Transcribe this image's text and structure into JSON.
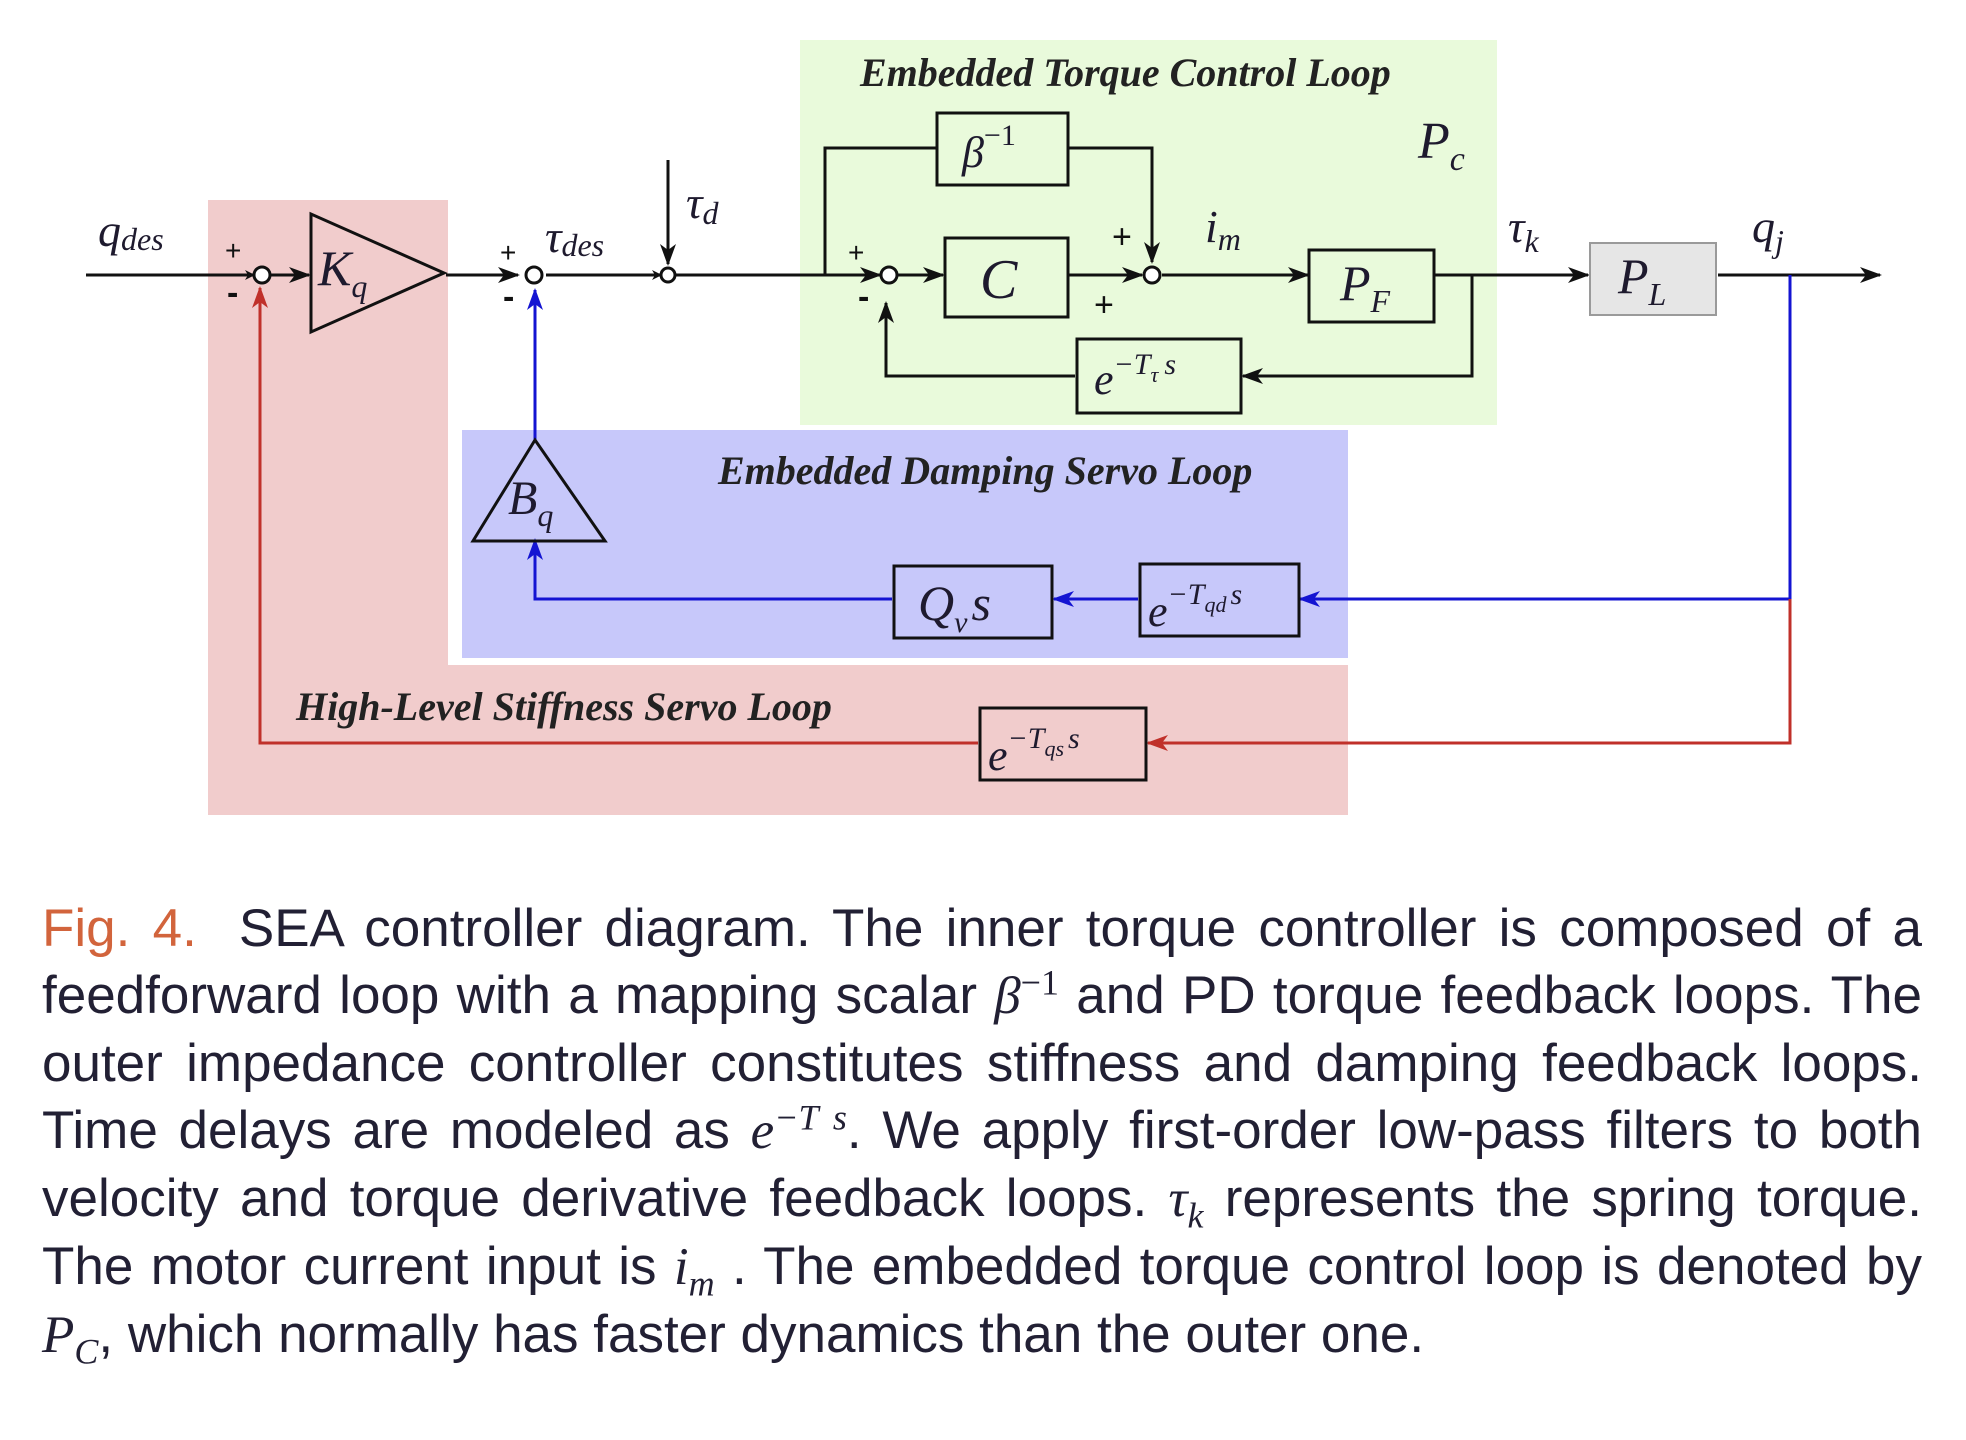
{
  "regions": {
    "torque_loop_title": "Embedded Torque Control Loop",
    "damping_loop_title": "Embedded Damping Servo Loop",
    "stiffness_loop_title": "High-Level Stiffness Servo Loop",
    "pc_label": {
      "base": "P",
      "sub": "c"
    }
  },
  "colors": {
    "torque_loop_bg": "#e9fadb",
    "damping_loop_bg": "#c7c8fa",
    "stiffness_loop_bg": "#f1cccc",
    "black_signal": "#111111",
    "blue_signal": "#1414d2",
    "red_signal": "#c0302a",
    "plant_block_bg": "#e6e6e6"
  },
  "signals": {
    "q_des": {
      "base": "q",
      "sub": "des"
    },
    "tau_des": {
      "base": "τ",
      "sub": "des"
    },
    "tau_d": {
      "base": "τ",
      "sub": "d"
    },
    "i_m": {
      "base": "i",
      "sub": "m"
    },
    "tau_k": {
      "base": "τ",
      "sub": "k"
    },
    "q_j": {
      "base": "q",
      "sub": "j"
    }
  },
  "blocks": {
    "kq": {
      "base": "K",
      "sub": "q"
    },
    "beta_inv": {
      "base": "β",
      "sup": "−1"
    },
    "c": {
      "base": "C"
    },
    "pf": {
      "base": "P",
      "sub": "F"
    },
    "delay_tau": {
      "base": "e",
      "sup": "−T",
      "supsub": "τ",
      "suptail": "s"
    },
    "pl": {
      "base": "P",
      "sub": "L"
    },
    "bq": {
      "base": "B",
      "sub": "q"
    },
    "qv": {
      "base": "Q",
      "sub": "v",
      "tail": "s"
    },
    "delay_qd": {
      "base": "e",
      "sup": "−T",
      "supsub": "qd",
      "suptail": "s"
    },
    "delay_qs": {
      "base": "e",
      "sup": "−T",
      "supsub": "qs",
      "suptail": "s"
    }
  },
  "signs": {
    "plus": "+",
    "minus": "-"
  },
  "caption": {
    "fig_label": "Fig. 4.",
    "seg1": "SEA controller diagram. The inner torque controller is composed of a feedforward loop with a mapping scalar ",
    "beta": "β",
    "beta_sup": "−1",
    "seg2": " and PD torque feedback loops. The outer impedance controller constitutes stiffness and damping feedback loops. Time delays are modeled as ",
    "delay_base": "e",
    "delay_sup": "−T s",
    "seg3": ". We apply first-order low-pass filters to both velocity and torque derivative feedback loops. ",
    "tau": "τ",
    "tau_sub": "k",
    "seg4": " represents the spring torque. The motor current input is ",
    "i": "i",
    "i_sub": "m",
    "seg5": " . The embedded torque control loop is denoted by ",
    "p": "P",
    "p_sub": "C",
    "seg6": ", which normally has faster dynamics than the outer one."
  }
}
